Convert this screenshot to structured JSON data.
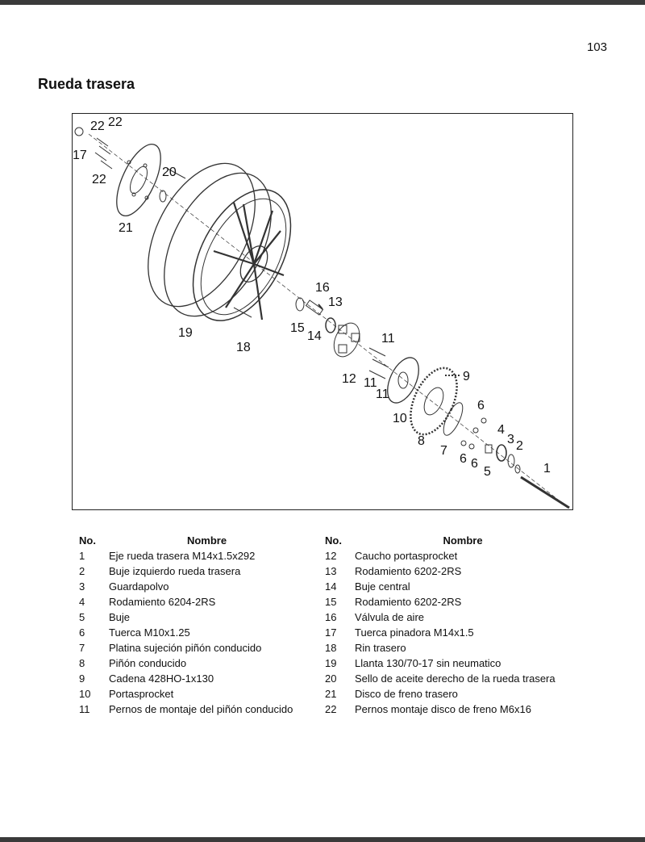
{
  "page_number": "103",
  "section_title": "Rueda trasera",
  "figure": {
    "callouts": [
      "1",
      "2",
      "3",
      "4",
      "5",
      "6",
      "6",
      "6",
      "7",
      "8",
      "9",
      "10",
      "11",
      "11",
      "11",
      "12",
      "13",
      "14",
      "15",
      "16",
      "17",
      "18",
      "19",
      "20",
      "21",
      "22",
      "22",
      "22"
    ]
  },
  "table": {
    "header_no": "No.",
    "header_name": "Nombre",
    "left_rows": [
      {
        "no": "1",
        "name": "Eje rueda trasera M14x1.5x292"
      },
      {
        "no": "2",
        "name": "Buje izquierdo rueda trasera"
      },
      {
        "no": "3",
        "name": "Guardapolvo"
      },
      {
        "no": "4",
        "name": "Rodamiento 6204-2RS"
      },
      {
        "no": "5",
        "name": "Buje"
      },
      {
        "no": "6",
        "name": "Tuerca M10x1.25"
      },
      {
        "no": "7",
        "name": "Platina sujeción piñón conducido"
      },
      {
        "no": "8",
        "name": "Piñón conducido"
      },
      {
        "no": "9",
        "name": "Cadena 428HO-1x130"
      },
      {
        "no": "10",
        "name": "Portasprocket"
      },
      {
        "no": "11",
        "name": "Pernos de montaje del piñón conducido"
      }
    ],
    "right_rows": [
      {
        "no": "12",
        "name": "Caucho portasprocket"
      },
      {
        "no": "13",
        "name": "Rodamiento 6202-2RS"
      },
      {
        "no": "14",
        "name": "Buje central"
      },
      {
        "no": "15",
        "name": "Rodamiento 6202-2RS"
      },
      {
        "no": "16",
        "name": "Válvula de aire"
      },
      {
        "no": "17",
        "name": "Tuerca pinadora M14x1.5"
      },
      {
        "no": "18",
        "name": "Rin trasero"
      },
      {
        "no": "19",
        "name": "Llanta 130/70-17 sin neumatico"
      },
      {
        "no": "20",
        "name": "Sello de aceite derecho de la rueda trasera"
      },
      {
        "no": "21",
        "name": "Disco de freno trasero"
      },
      {
        "no": "22",
        "name": "Pernos montaje disco de freno M6x16"
      }
    ]
  }
}
